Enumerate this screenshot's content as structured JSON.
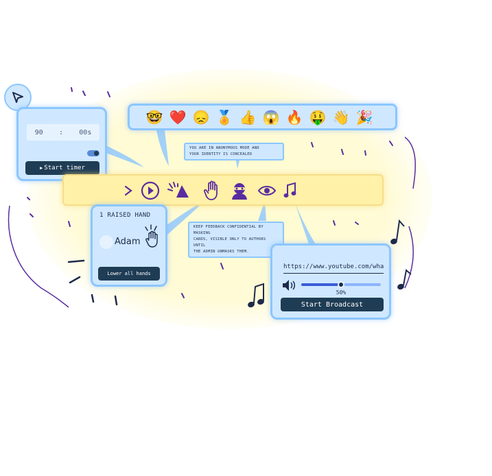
{
  "timer": {
    "minutes": "90",
    "separator": ":",
    "seconds": "00s",
    "start_label": "Start timer"
  },
  "emoji_bar": {
    "emojis": [
      "🤓",
      "❤️",
      "😞",
      "🏅",
      "👍",
      "😱",
      "🔥",
      "🤑",
      "👋",
      "🎉"
    ]
  },
  "toolbar": {
    "tools": [
      "chevron-right-icon",
      "play-icon",
      "party-popper-icon",
      "raise-hand-icon",
      "anonymous-mask-icon",
      "eye-icon",
      "music-note-icon"
    ]
  },
  "tooltips": {
    "anonymous": [
      "YOU ARE IN ANONYMOUS MODE AND",
      "YOUR IDENTITY IS CONCEALED"
    ],
    "feedback": [
      "KEEP FEEDBACK CONFIDENTIAL BY MASKING",
      "CARDS, VISIBLE ONLY TO AUTHORS UNTIL",
      "THE ADMIN UNMASKS THEM."
    ]
  },
  "raise_hand": {
    "title": "1 RAISED HAND",
    "user_name": "Adam",
    "lower_label": "Lower all hands"
  },
  "broadcast": {
    "url": "https://www.youtube.com/what...",
    "volume": 0.5,
    "volume_label": "50%",
    "start_label": "Start Broadcast"
  },
  "colors": {
    "card_fill": "#cfe8ff",
    "card_border": "#8cc6ff",
    "button_dark": "#1f3c55",
    "toolbar_yellow": "#fff1a8",
    "icon_purple": "#5a2ca0"
  }
}
